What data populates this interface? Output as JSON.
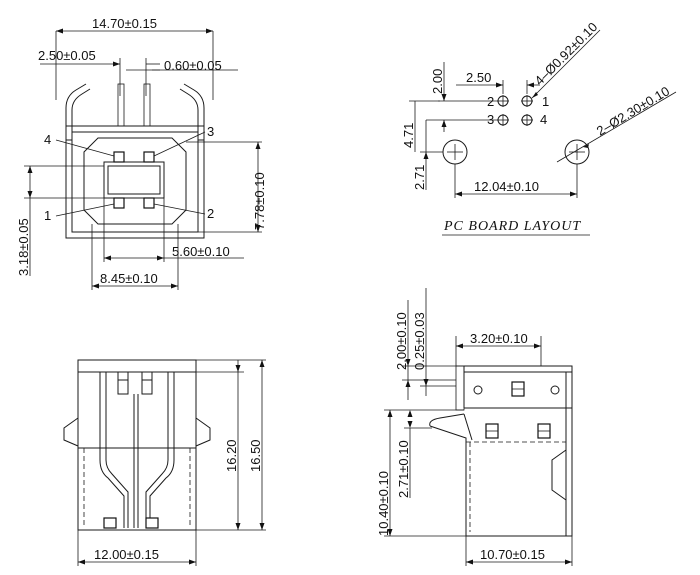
{
  "top_view": {
    "dim_width": "14.70±0.15",
    "dim_pitch": "2.50±0.05",
    "dim_pin_thk": "0.60±0.05",
    "dim_height": "7.78±0.10",
    "dim_offset": "3.18±0.05",
    "dim_inner": "5.60±0.10",
    "dim_outer": "8.45±0.10",
    "pin_1": "1",
    "pin_2": "2",
    "pin_3": "3",
    "pin_4": "4"
  },
  "pcb_layout": {
    "title": "PC BOARD LAYOUT",
    "dim_hole_small": "4–Ø0.92±0.10",
    "dim_hole_big": "2–Ø2.30±0.10",
    "dim_2_00": "2.00",
    "dim_2_50": "2.50",
    "dim_4_71": "4.71",
    "dim_2_71": "2.71",
    "dim_span": "12.04±0.10",
    "pin_1": "1",
    "pin_2": "2",
    "pin_3": "3",
    "pin_4": "4"
  },
  "front_view": {
    "dim_bottom": "12.00±0.15",
    "dim_16_20": "16.20",
    "dim_16_50": "16.50"
  },
  "side_view": {
    "dim_2_00": "2.00±0.10",
    "dim_0_25": "0.25±0.03",
    "dim_3_20": "3.20±0.10",
    "dim_10_40": "10.40±0.10",
    "dim_2_71": "2.71±0.10",
    "dim_bottom": "10.70±0.15"
  }
}
